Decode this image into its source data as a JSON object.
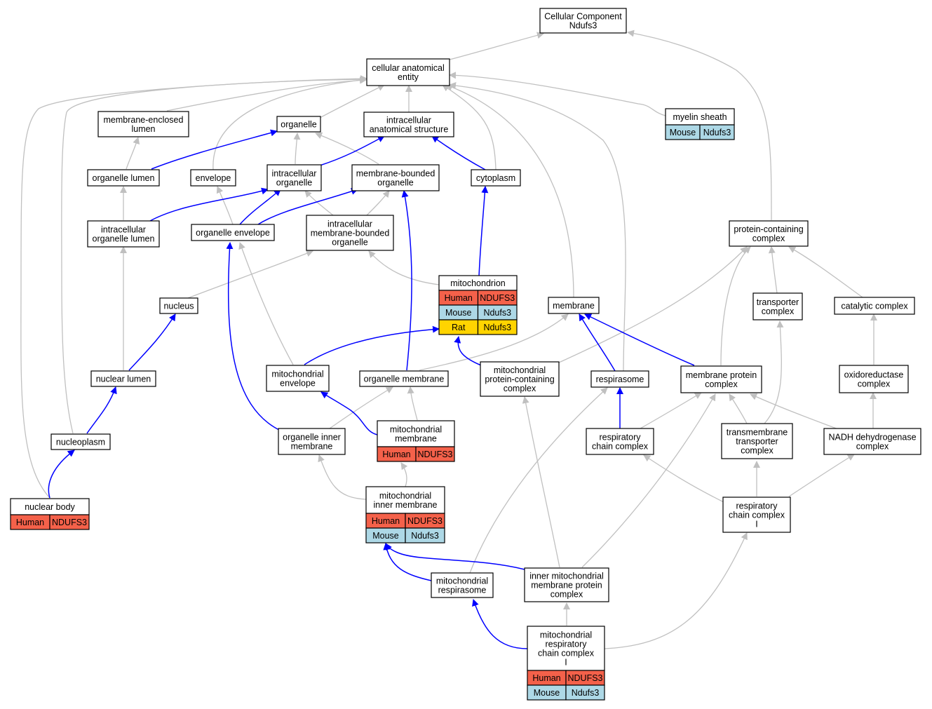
{
  "colors": {
    "human": "#f4614a",
    "mouse": "#add8e6",
    "rat": "#ffd400",
    "is_a_edge": "#c0c0c0",
    "part_of_edge": "#0000ff"
  },
  "nodes": {
    "root": [
      "Cellular Component",
      "Ndufs3"
    ],
    "cae": [
      "cellular anatomical",
      "entity"
    ],
    "mel": [
      "membrane-enclosed",
      "lumen"
    ],
    "organelle": [
      "organelle"
    ],
    "ias": [
      "intracellular",
      "anatomical structure"
    ],
    "myelin": [
      "myelin sheath"
    ],
    "olumen": [
      "organelle lumen"
    ],
    "envelope": [
      "envelope"
    ],
    "iorg": [
      "intracellular",
      "organelle"
    ],
    "mbo": [
      "membrane-bounded",
      "organelle"
    ],
    "cytoplasm": [
      "cytoplasm"
    ],
    "iol": [
      "intracellular",
      "organelle lumen"
    ],
    "oenv": [
      "organelle envelope"
    ],
    "imbo": [
      "intracellular",
      "membrane-bounded",
      "organelle"
    ],
    "pcc": [
      "protein-containing",
      "complex"
    ],
    "nucleus": [
      "nucleus"
    ],
    "mito": [
      "mitochondrion"
    ],
    "membrane": [
      "membrane"
    ],
    "transporter": [
      "transporter",
      "complex"
    ],
    "catalytic": [
      "catalytic complex"
    ],
    "nlumen": [
      "nuclear lumen"
    ],
    "menv": [
      "mitochondrial",
      "envelope"
    ],
    "omem": [
      "organelle membrane"
    ],
    "mpcc": [
      "mitochondrial",
      "protein-containing",
      "complex"
    ],
    "respirasome": [
      "respirasome"
    ],
    "mpc": [
      "membrane protein",
      "complex"
    ],
    "oxido": [
      "oxidoreductase",
      "complex"
    ],
    "nucleoplasm": [
      "nucleoplasm"
    ],
    "oim": [
      "organelle inner",
      "membrane"
    ],
    "mmem": [
      "mitochondrial",
      "membrane"
    ],
    "rcc": [
      "respiratory",
      "chain complex"
    ],
    "tmtc": [
      "transmembrane",
      "transporter",
      "complex"
    ],
    "nadh": [
      "NADH dehydrogenase",
      "complex"
    ],
    "nbody": [
      "nuclear body"
    ],
    "mim": [
      "mitochondrial",
      "inner membrane"
    ],
    "rcc1": [
      "respiratory",
      "chain complex",
      "I"
    ],
    "mresp": [
      "mitochondrial",
      "respirasome"
    ],
    "imm": [
      "inner mitochondrial",
      "membrane protein",
      "complex"
    ],
    "mrcc1": [
      "mitochondrial",
      "respiratory",
      "chain complex",
      "I"
    ]
  },
  "annotations": {
    "myelin": [
      [
        "Mouse",
        "Ndufs3"
      ]
    ],
    "mito": [
      [
        "Human",
        "NDUFS3"
      ],
      [
        "Mouse",
        "Ndufs3"
      ],
      [
        "Rat",
        "Ndufs3"
      ]
    ],
    "mmem": [
      [
        "Human",
        "NDUFS3"
      ]
    ],
    "nbody": [
      [
        "Human",
        "NDUFS3"
      ]
    ],
    "mim": [
      [
        "Human",
        "NDUFS3"
      ],
      [
        "Mouse",
        "Ndufs3"
      ]
    ],
    "mrcc1": [
      [
        "Human",
        "NDUFS3"
      ],
      [
        "Mouse",
        "Ndufs3"
      ]
    ]
  }
}
